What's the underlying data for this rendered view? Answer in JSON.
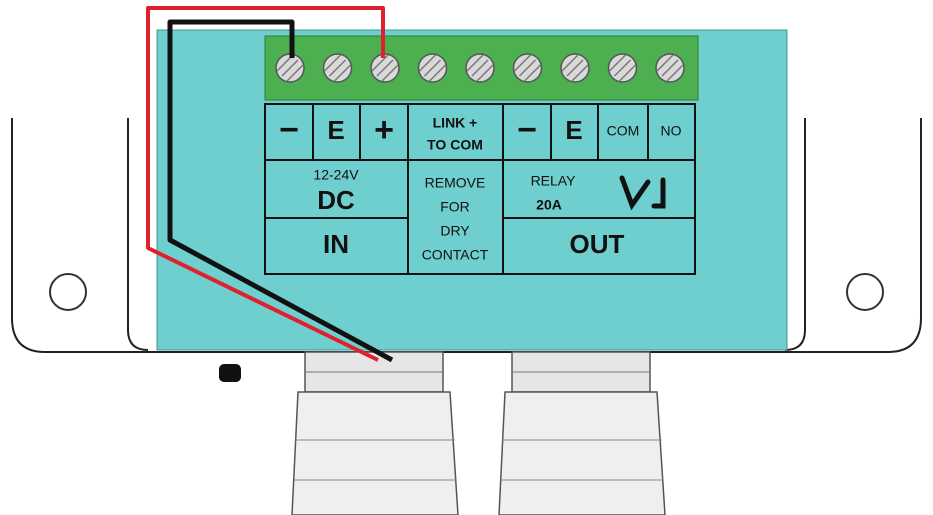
{
  "colors": {
    "board": "#6fcfcf",
    "terminal_strip": "#4caf50",
    "wire_positive": "#e0202f",
    "wire_negative": "#111111",
    "enclosure": "#ffffff",
    "gland": "#e6e6e6"
  },
  "terminals": {
    "count": 9,
    "negative_wire_terminal": 1,
    "positive_wire_terminal": 3
  },
  "labels": {
    "in_minus": "−",
    "in_e": "E",
    "in_plus": "+",
    "link_line1": "LINK +",
    "link_line2": "TO COM",
    "out_minus": "−",
    "out_e": "E",
    "out_com": "COM",
    "out_no": "NO",
    "voltage": "12-24V",
    "dc": "DC",
    "in": "IN",
    "remove_line1": "REMOVE",
    "remove_line2": "FOR",
    "remove_line3": "DRY",
    "remove_line4": "CONTACT",
    "relay": "RELAY",
    "relay_rating": "20A",
    "out": "OUT"
  },
  "icons": {
    "relay_contact": "relay-contact-icon",
    "screw": "screw-icon",
    "mounting_hole": "mounting-hole-icon"
  }
}
